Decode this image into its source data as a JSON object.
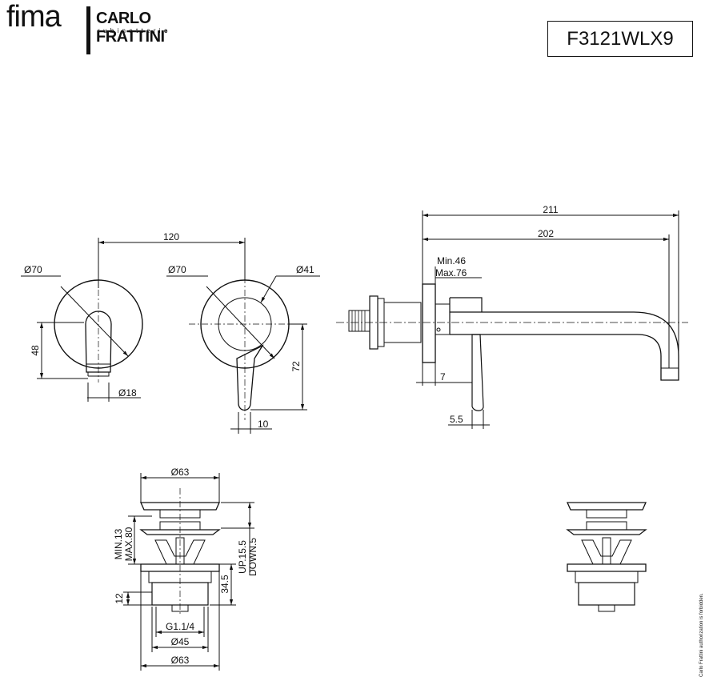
{
  "logo": {
    "brand": "fima",
    "sub": "CARLO FRATTINI",
    "mark": "°",
    "subsmall": "rubinetterie"
  },
  "product_code": "F3121WLX9",
  "dimensions": {
    "front_width": "120",
    "dia_70_left": "Ø70",
    "dia_70_right": "Ø70",
    "dia_41": "Ø41",
    "h48": "48",
    "dia_18": "Ø18",
    "h72": "72",
    "w10": "10",
    "len_211": "211",
    "len_202": "202",
    "min46": "Min.46",
    "max76": "Max.76",
    "d7": "7",
    "d5_5": "5.5",
    "dia_63_top": "Ø63",
    "min13": "MIN.13",
    "max80": "MAX.80",
    "up15_5": "UP.15.5",
    "down5": "DOWN.5",
    "h34_5": "34.5",
    "h12": "12",
    "g114": "G1.1/4",
    "dia_45": "Ø45",
    "dia_63_bottom": "Ø63"
  },
  "side_note": "Carlo Frattini authorization is forbidden."
}
